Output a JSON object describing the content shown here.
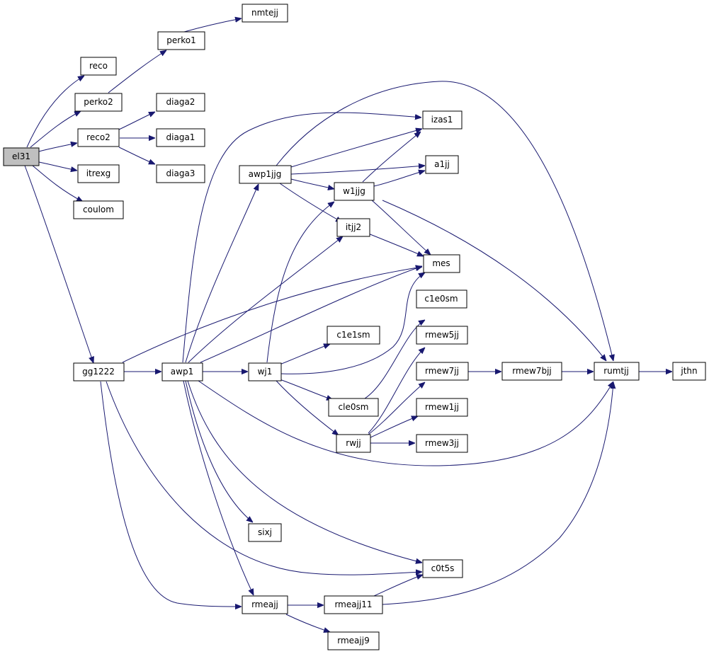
{
  "colors": {
    "edge": "#191970",
    "node_fill": "#ffffff",
    "root_fill": "#bfbfbf",
    "node_stroke": "#000000"
  },
  "nodes": {
    "el31": "el31",
    "nmtejj": "nmtejj",
    "perko1": "perko1",
    "reco": "reco",
    "perko2": "perko2",
    "diaga2": "diaga2",
    "reco2": "reco2",
    "diaga1": "diaga1",
    "diaga3": "diaga3",
    "itrexg": "itrexg",
    "coulom": "coulom",
    "izas1": "izas1",
    "awp1jjg": "awp1jjg",
    "a1jj": "a1jj",
    "w1jjg": "w1jjg",
    "itjj2": "itjj2",
    "mes": "mes",
    "c1e0sm": "c1e0sm",
    "c1e1sm": "c1e1sm",
    "rmew5jj": "rmew5jj",
    "gg1222": "gg1222",
    "awp1": "awp1",
    "wj1": "wj1",
    "rmew7jj": "rmew7jj",
    "rmew7bjj": "rmew7bjj",
    "rumtjj": "rumtjj",
    "jthn": "jthn",
    "cle0sm": "cle0sm",
    "rmew1jj": "rmew1jj",
    "rwjj": "rwjj",
    "rmew3jj": "rmew3jj",
    "sixj": "sixj",
    "c0t5s": "c0t5s",
    "rmeajj": "rmeajj",
    "rmeajj11": "rmeajj11",
    "rmeajj9": "rmeajj9"
  },
  "edges": [
    [
      "el31",
      "reco"
    ],
    [
      "el31",
      "perko2"
    ],
    [
      "el31",
      "reco2"
    ],
    [
      "el31",
      "itrexg"
    ],
    [
      "el31",
      "coulom"
    ],
    [
      "el31",
      "gg1222"
    ],
    [
      "perko1",
      "nmtejj"
    ],
    [
      "perko2",
      "perko1"
    ],
    [
      "reco2",
      "diaga2"
    ],
    [
      "reco2",
      "diaga1"
    ],
    [
      "reco2",
      "diaga3"
    ],
    [
      "gg1222",
      "awp1"
    ],
    [
      "gg1222",
      "mes"
    ],
    [
      "gg1222",
      "c0t5s"
    ],
    [
      "gg1222",
      "rmeajj"
    ],
    [
      "awp1",
      "awp1jjg"
    ],
    [
      "awp1",
      "izas1"
    ],
    [
      "awp1",
      "itjj2"
    ],
    [
      "awp1",
      "mes"
    ],
    [
      "awp1",
      "wj1"
    ],
    [
      "awp1",
      "rumtjj"
    ],
    [
      "awp1",
      "sixj"
    ],
    [
      "awp1",
      "c0t5s"
    ],
    [
      "awp1",
      "rmeajj"
    ],
    [
      "awp1jjg",
      "izas1"
    ],
    [
      "awp1jjg",
      "a1jj"
    ],
    [
      "awp1jjg",
      "w1jjg"
    ],
    [
      "awp1jjg",
      "itjj2"
    ],
    [
      "awp1jjg",
      "rumtjj"
    ],
    [
      "w1jjg",
      "izas1"
    ],
    [
      "w1jjg",
      "a1jj"
    ],
    [
      "w1jjg",
      "mes"
    ],
    [
      "w1jjg",
      "rumtjj"
    ],
    [
      "itjj2",
      "mes"
    ],
    [
      "wj1",
      "w1jjg"
    ],
    [
      "wj1",
      "mes"
    ],
    [
      "wj1",
      "c1e1sm"
    ],
    [
      "wj1",
      "cle0sm"
    ],
    [
      "wj1",
      "rwjj"
    ],
    [
      "cle0sm",
      "c1e0sm"
    ],
    [
      "rwjj",
      "rmew5jj"
    ],
    [
      "rwjj",
      "rmew7jj"
    ],
    [
      "rwjj",
      "rmew1jj"
    ],
    [
      "rwjj",
      "rmew3jj"
    ],
    [
      "rmew7jj",
      "rmew7bjj"
    ],
    [
      "rmew7bjj",
      "rumtjj"
    ],
    [
      "rumtjj",
      "jthn"
    ],
    [
      "rmeajj",
      "rmeajj11"
    ],
    [
      "rmeajj",
      "rmeajj9"
    ],
    [
      "rmeajj11",
      "c0t5s"
    ],
    [
      "rmeajj11",
      "rumtjj"
    ]
  ]
}
